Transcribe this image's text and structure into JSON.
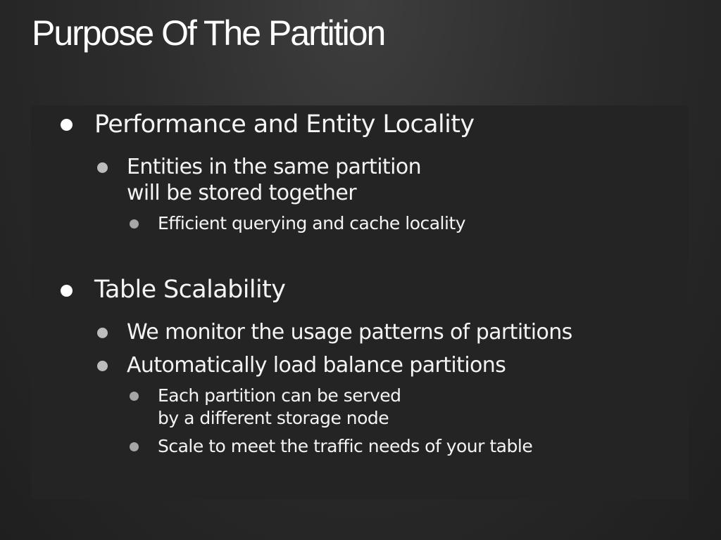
{
  "title": "Purpose Of The Partition",
  "sections": [
    {
      "heading": "Performance and Entity Locality",
      "items": [
        {
          "lines": [
            "Entities in the same partition",
            "will be stored together"
          ],
          "subitems": [
            {
              "lines": [
                "Efficient querying and cache locality"
              ]
            }
          ]
        }
      ]
    },
    {
      "heading": "Table Scalability",
      "items": [
        {
          "lines": [
            "We monitor the usage patterns of partitions"
          ]
        },
        {
          "lines": [
            "Automatically load balance partitions"
          ],
          "subitems": [
            {
              "lines": [
                "Each partition can be served",
                "by a different storage node"
              ]
            },
            {
              "lines": [
                "Scale to meet the traffic needs of your table"
              ]
            }
          ]
        }
      ]
    }
  ]
}
